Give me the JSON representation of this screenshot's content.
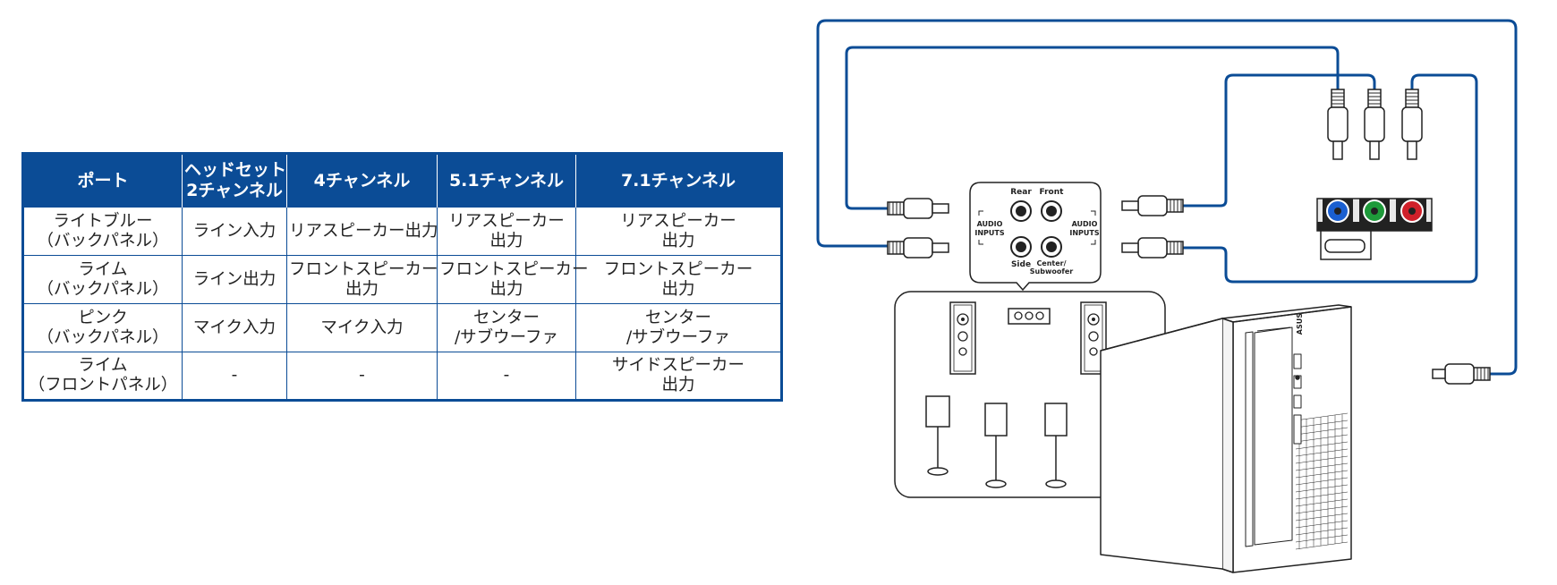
{
  "table": {
    "headers": [
      "ポート",
      [
        "ヘッドセット",
        "2チャンネル"
      ],
      "4チャンネル",
      "5.1チャンネル",
      "7.1チャンネル"
    ],
    "rows": [
      [
        [
          "ライトブルー",
          "（バックパネル）"
        ],
        [
          "ライン入力"
        ],
        [
          "リアスピーカー出力"
        ],
        [
          "リアスピーカー",
          "出力"
        ],
        [
          "リアスピーカー",
          "出力"
        ]
      ],
      [
        [
          "ライム",
          "（バックパネル）"
        ],
        [
          "ライン出力"
        ],
        [
          "フロントスピーカー",
          "出力"
        ],
        [
          "フロントスピーカー",
          "出力"
        ],
        [
          "フロントスピーカー",
          "出力"
        ]
      ],
      [
        [
          "ピンク",
          "（バックパネル）"
        ],
        [
          "マイク入力"
        ],
        [
          "マイク入力"
        ],
        [
          "センター",
          "/サブウーファ"
        ],
        [
          "センター",
          "/サブウーファ"
        ]
      ],
      [
        [
          "ライム",
          "（フロントパネル）"
        ],
        [
          "-"
        ],
        [
          "-"
        ],
        [
          "-"
        ],
        [
          "サイドスピーカー",
          "出力"
        ]
      ]
    ]
  },
  "diagram": {
    "jack_labels": {
      "rear": "Rear",
      "front": "Front",
      "side": "Side",
      "center_line1": "Center/",
      "center_line2": "Subwoofer",
      "audio_inputs_left_1": "AUDIO",
      "audio_inputs_left_2": "INPUTS",
      "audio_inputs_right_1": "AUDIO",
      "audio_inputs_right_2": "INPUTS"
    },
    "brand_text": "ASUS",
    "colors": {
      "table_header": "#0b4c96",
      "cable": "#0b4c96",
      "port_blue": "#1a5fd0",
      "port_green": "#1e9a3a",
      "port_red": "#d0202a"
    }
  }
}
